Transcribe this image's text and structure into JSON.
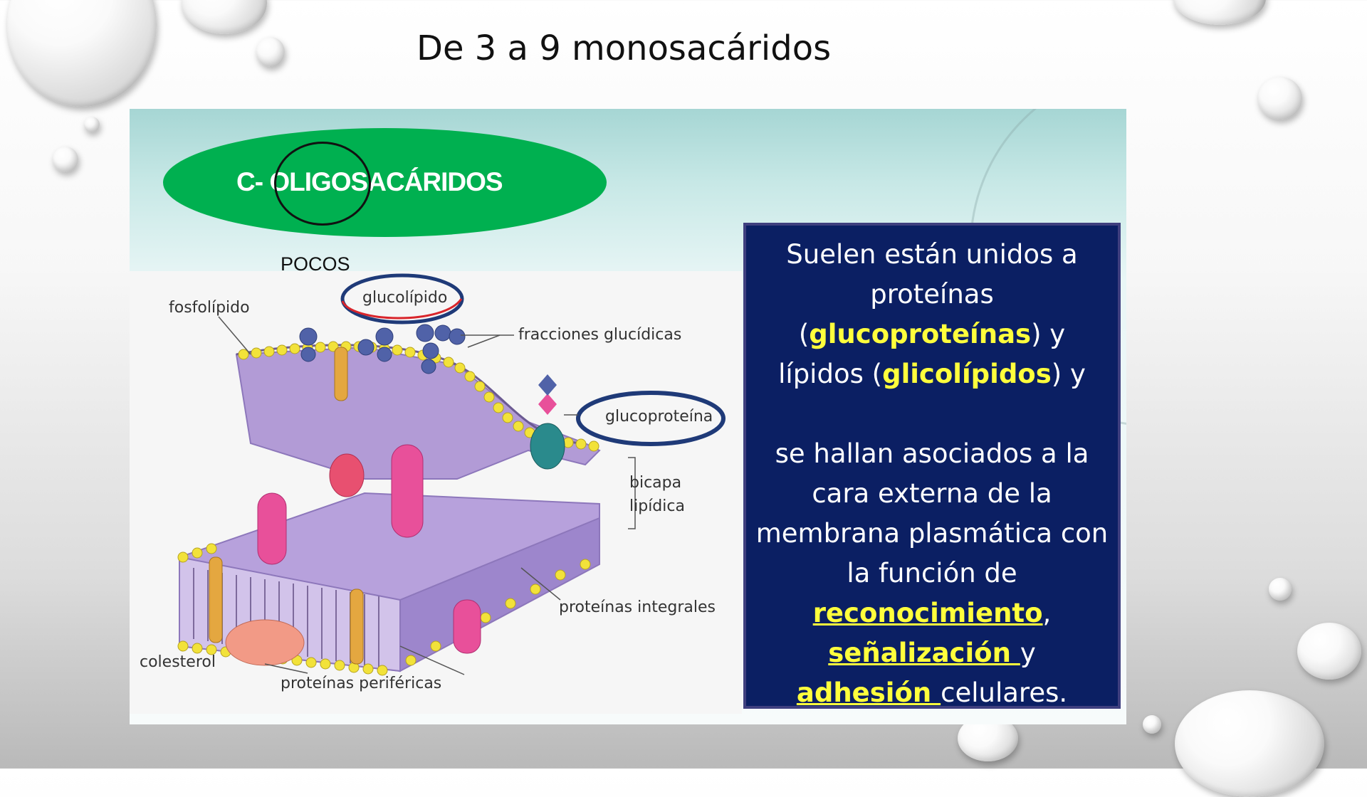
{
  "page_title": "De 3 a 9 monosacáridos",
  "slide": {
    "heading": "C- OLIGOSACÁRIDOS",
    "pocos": "POCOS",
    "diagram_labels": {
      "fosfolipido": "fosfolípido",
      "glucolipido": "glucolípido",
      "fracciones": "fracciones glucídicas",
      "glucoproteina": "glucoproteína",
      "bicapa_1": "bicapa",
      "bicapa_2": "lipídica",
      "proteinas_integrales": "proteínas integrales",
      "colesterol": "colesterol",
      "proteinas_perifericas": "proteínas periféricas"
    },
    "info": {
      "line1": "Suelen están unidos a",
      "line2": "proteínas",
      "line3_pre": "(",
      "line3_hl": "glucoproteínas",
      "line3_post": ") y",
      "line4_pre": "lípidos (",
      "line4_hl": "glicolípidos",
      "line4_post": ") y",
      "line5": "se hallan asociados a  la",
      "line6": "cara externa de la",
      "line7": "membrana  plasmática con",
      "line8": "la  función de",
      "line9_hl": "reconocimiento",
      "line9_post": ",",
      "line10_hl": "señalización ",
      "line10_post": "y",
      "line11_hl": "adhesión ",
      "line11_post": "celulares."
    }
  },
  "colors": {
    "heading_ellipse": "#00b050",
    "info_box_bg": "#0b1f63",
    "highlight": "#ffff3c",
    "membrane_purple": "#b29bd6",
    "lipid_head_yellow": "#f2e23a",
    "protein_pink": "#e8509a",
    "label_oval_border": "#1f3a78",
    "label_oval_red": "#d9252b"
  }
}
